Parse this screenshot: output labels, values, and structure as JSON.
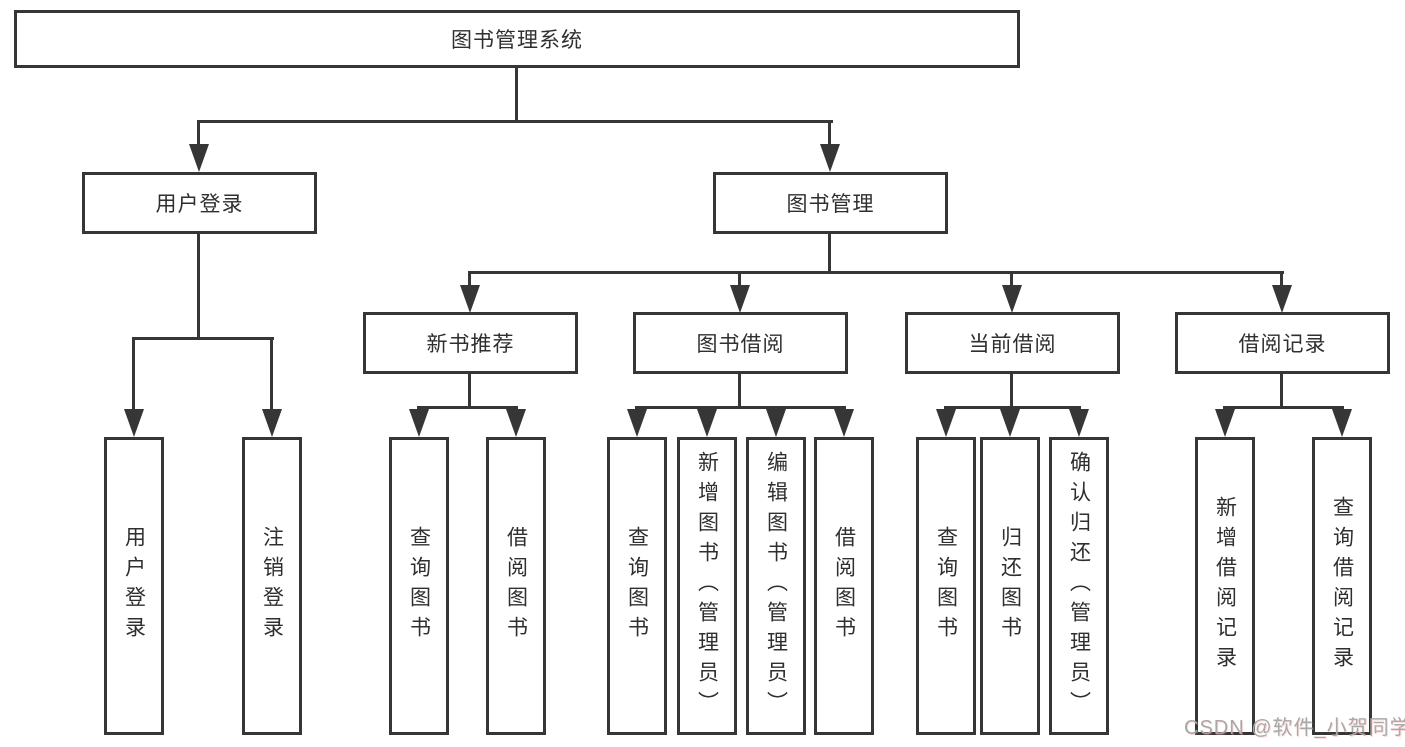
{
  "colors": {
    "line": "#363636",
    "text": "#2f2f2f",
    "background": "#ffffff",
    "watermark": "#a9a9a9"
  },
  "tree": {
    "root": {
      "label": "图书管理系统",
      "children": [
        {
          "label": "用户登录",
          "children": [
            {
              "label": "用户登录"
            },
            {
              "label": "注销登录"
            }
          ]
        },
        {
          "label": "图书管理",
          "children": [
            {
              "label": "新书推荐",
              "children": [
                {
                  "label": "查询图书"
                },
                {
                  "label": "借阅图书"
                }
              ]
            },
            {
              "label": "图书借阅",
              "children": [
                {
                  "label": "查询图书"
                },
                {
                  "label": "新增图书（管理员）"
                },
                {
                  "label": "编辑图书（管理员）"
                },
                {
                  "label": "借阅图书"
                }
              ]
            },
            {
              "label": "当前借阅",
              "children": [
                {
                  "label": "查询图书"
                },
                {
                  "label": "归还图书"
                },
                {
                  "label": "确认归还（管理员）"
                }
              ]
            },
            {
              "label": "借阅记录",
              "children": [
                {
                  "label": "新增借阅记录"
                },
                {
                  "label": "查询借阅记录"
                }
              ]
            }
          ]
        }
      ]
    }
  },
  "watermark": {
    "text": "CSDN @软件_小贺同学"
  }
}
